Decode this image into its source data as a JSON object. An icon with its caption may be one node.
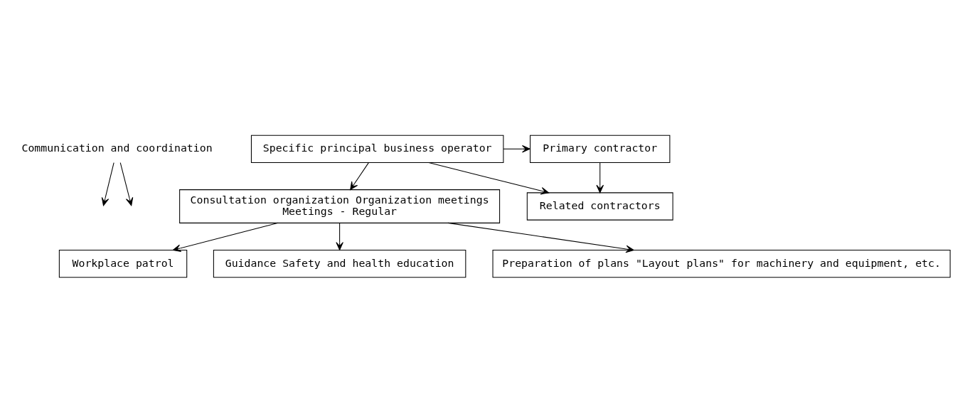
{
  "diagram": {
    "nodes": [
      {
        "text": [
          "Communication and coordination"
        ]
      },
      {
        "text": [
          "Specific principal business operator"
        ]
      },
      {
        "text": [
          "Primary contractor"
        ]
      },
      {
        "text": [
          "Consultation organization Organization meetings",
          "Meetings - Regular"
        ]
      },
      {
        "text": [
          "Related contractors"
        ]
      },
      {
        "text": [
          "Workplace patrol"
        ]
      },
      {
        "text": [
          "Guidance Safety and health education"
        ]
      },
      {
        "text": [
          "Preparation of plans \"Layout plans\" for machinery and equipment, etc."
        ]
      }
    ],
    "edges": [
      {
        "from": 0,
        "to": null,
        "arrow": "to"
      },
      {
        "from": 0,
        "to": null,
        "arrow": "to"
      },
      {
        "from": 1,
        "to": 2,
        "arrow": "to"
      },
      {
        "from": 1,
        "to": 3,
        "arrow": "to"
      },
      {
        "from": 1,
        "to": 4,
        "arrow": "to"
      },
      {
        "from": 2,
        "to": 4,
        "arrow": "to"
      },
      {
        "from": 3,
        "to": 5,
        "arrow": "to"
      },
      {
        "from": 3,
        "to": 6,
        "arrow": "to"
      },
      {
        "from": 3,
        "to": 7,
        "arrow": "to"
      }
    ]
  }
}
